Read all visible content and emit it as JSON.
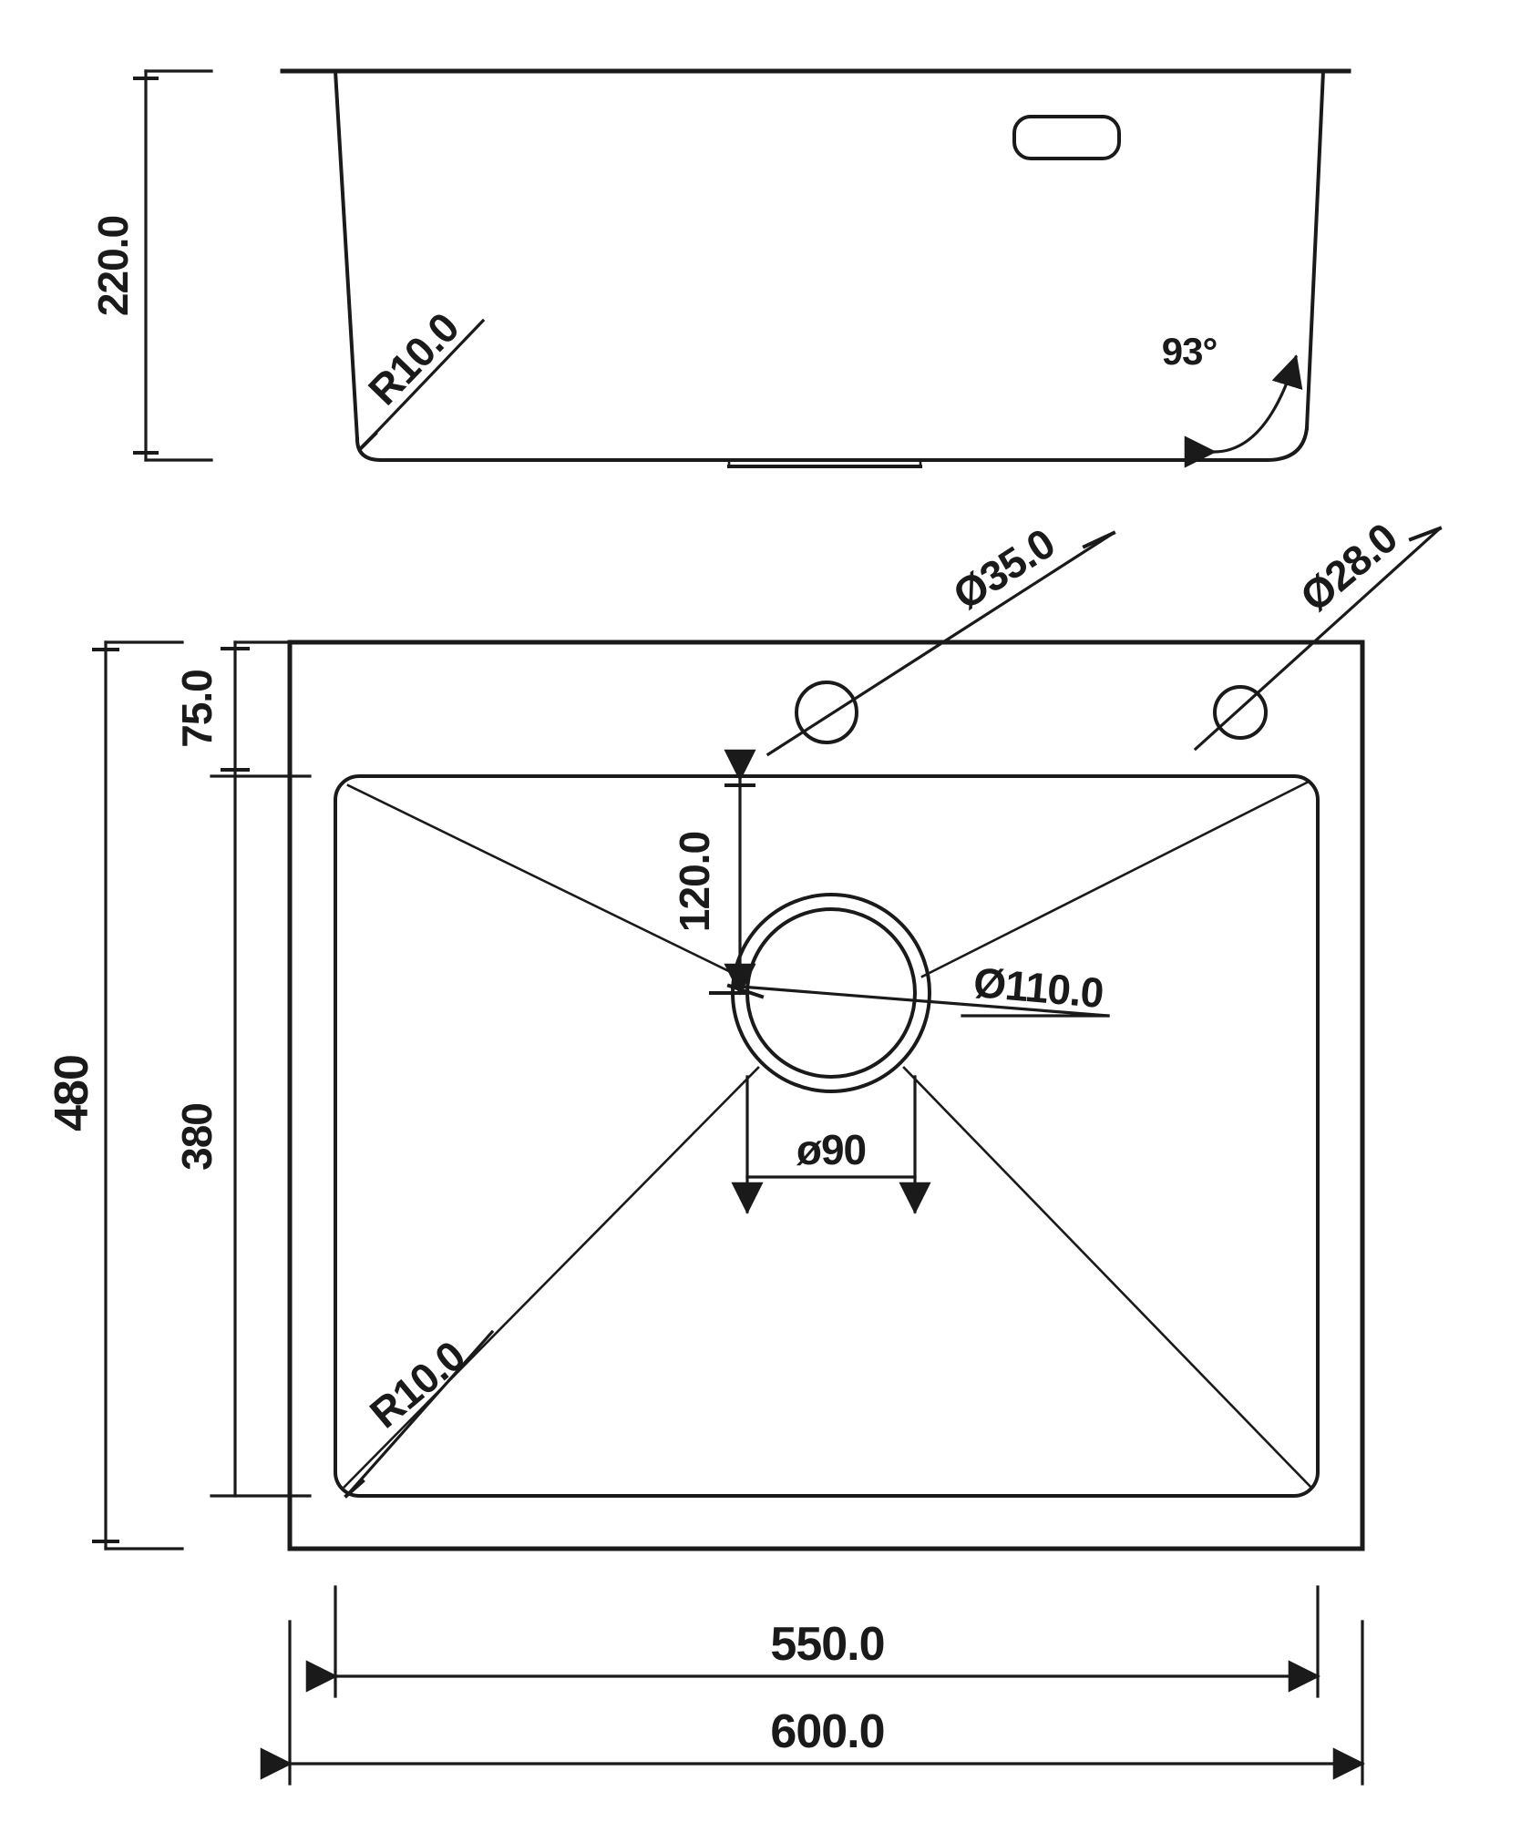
{
  "drawing": {
    "title": "Kitchen sink technical drawing",
    "units": "mm",
    "line_color": "#1a1a1a",
    "background_color": "#ffffff",
    "views": [
      {
        "name": "front-elevation-view",
        "label": ""
      },
      {
        "name": "top-plan-view",
        "label": ""
      }
    ]
  },
  "front_view": {
    "height_dimension": "220.0",
    "corner_radius_label": "R10.0",
    "angle_label": "93°",
    "overflow_slot": "overflow-slot"
  },
  "plan_view": {
    "top_offset_dimension": "75.0",
    "bowl_depth_dimension": "380",
    "overall_depth_dimension": "480",
    "drain_offset_dimension": "120.0",
    "tap_hole_1_label": "Ø35.0",
    "tap_hole_2_label": "Ø28.0",
    "drain_outer_label": "Ø110.0",
    "drain_inner_label": "ø90",
    "corner_radius_label": "R10.0",
    "bowl_width_dimension": "550.0",
    "overall_width_dimension": "600.0"
  },
  "dimensions_list": [
    "220.0",
    "R10.0",
    "93°",
    "75.0",
    "Ø35.0",
    "Ø28.0",
    "120.0",
    "Ø110.0",
    "ø90",
    "380",
    "480",
    "R10.0",
    "550.0",
    "600.0"
  ]
}
